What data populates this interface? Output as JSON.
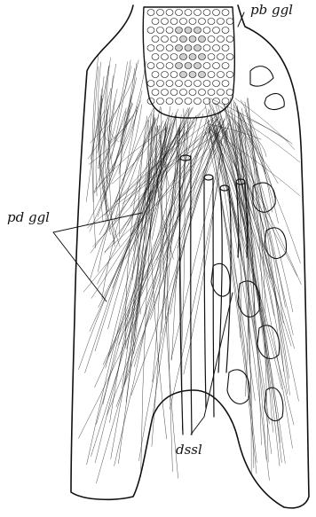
{
  "labels": {
    "pb_ggl": "pb ggl",
    "pd_ggl": "pd ggl",
    "dssl": "dssl"
  },
  "colors": {
    "ink": "#111111",
    "paper": "#ffffff"
  }
}
